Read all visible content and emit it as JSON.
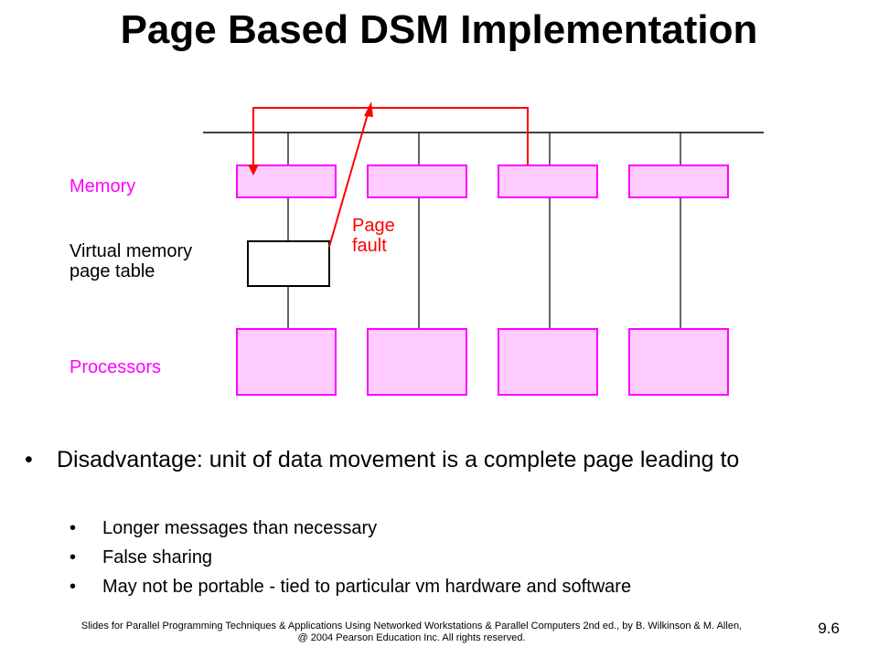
{
  "slide": {
    "title": "Page Based DSM Implementation",
    "page_number": "9.6"
  },
  "diagram": {
    "labels": {
      "memory": "Memory",
      "vm_line1": "Virtual memory",
      "vm_line2": "page table",
      "processors": "Processors",
      "page_fault_line1": "Page",
      "page_fault_line2": "fault"
    },
    "colors": {
      "box_fill": "#ffccff",
      "box_border": "#ff00ff",
      "label": "#ff00ff",
      "arrow": "#ff0000",
      "line": "#000000"
    }
  },
  "bullets": {
    "main": "Disadvantage:  unit of data movement is a complete page leading to",
    "sub": [
      "Longer messages than necessary",
      "False sharing",
      "May not be portable -  tied to particular vm hardware and software"
    ],
    "bullet_symbol": "•"
  },
  "footer": {
    "line1": "Slides for Parallel Programming Techniques & Applications Using Networked Workstations & Parallel Computers 2nd ed., by B. Wilkinson & M. Allen,",
    "line2": "@ 2004 Pearson Education Inc. All rights reserved."
  }
}
